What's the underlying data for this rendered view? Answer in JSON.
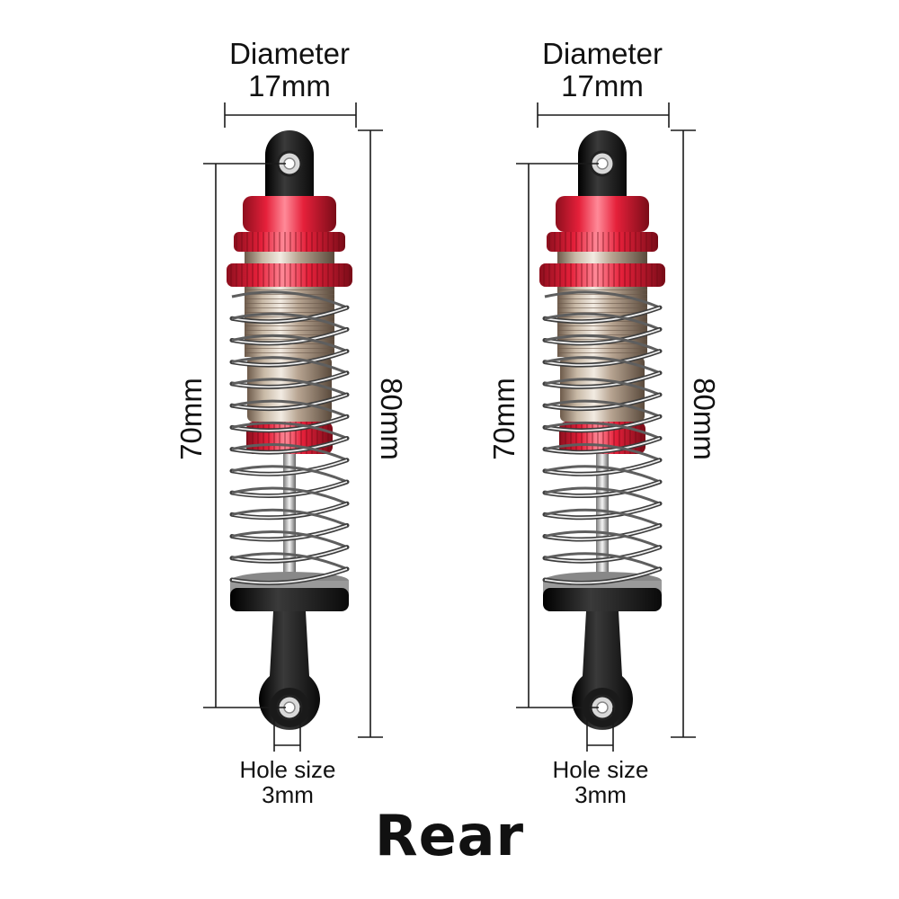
{
  "title": "Rear",
  "colors": {
    "anodized_red": "#e5203a",
    "body_metal": "#c8b9a6",
    "rod_end": "#1a1a1a",
    "dimension_line": "#1a1a1a"
  },
  "shocks": [
    {
      "diameter_label": "Diameter",
      "diameter_value": "17mm",
      "eye_to_eye_label": "70mm",
      "overall_length_label": "80mm",
      "hole_label": "Hole size",
      "hole_value": "3mm"
    },
    {
      "diameter_label": "Diameter",
      "diameter_value": "17mm",
      "eye_to_eye_label": "70mm",
      "overall_length_label": "80mm",
      "hole_label": "Hole size",
      "hole_value": "3mm"
    }
  ]
}
